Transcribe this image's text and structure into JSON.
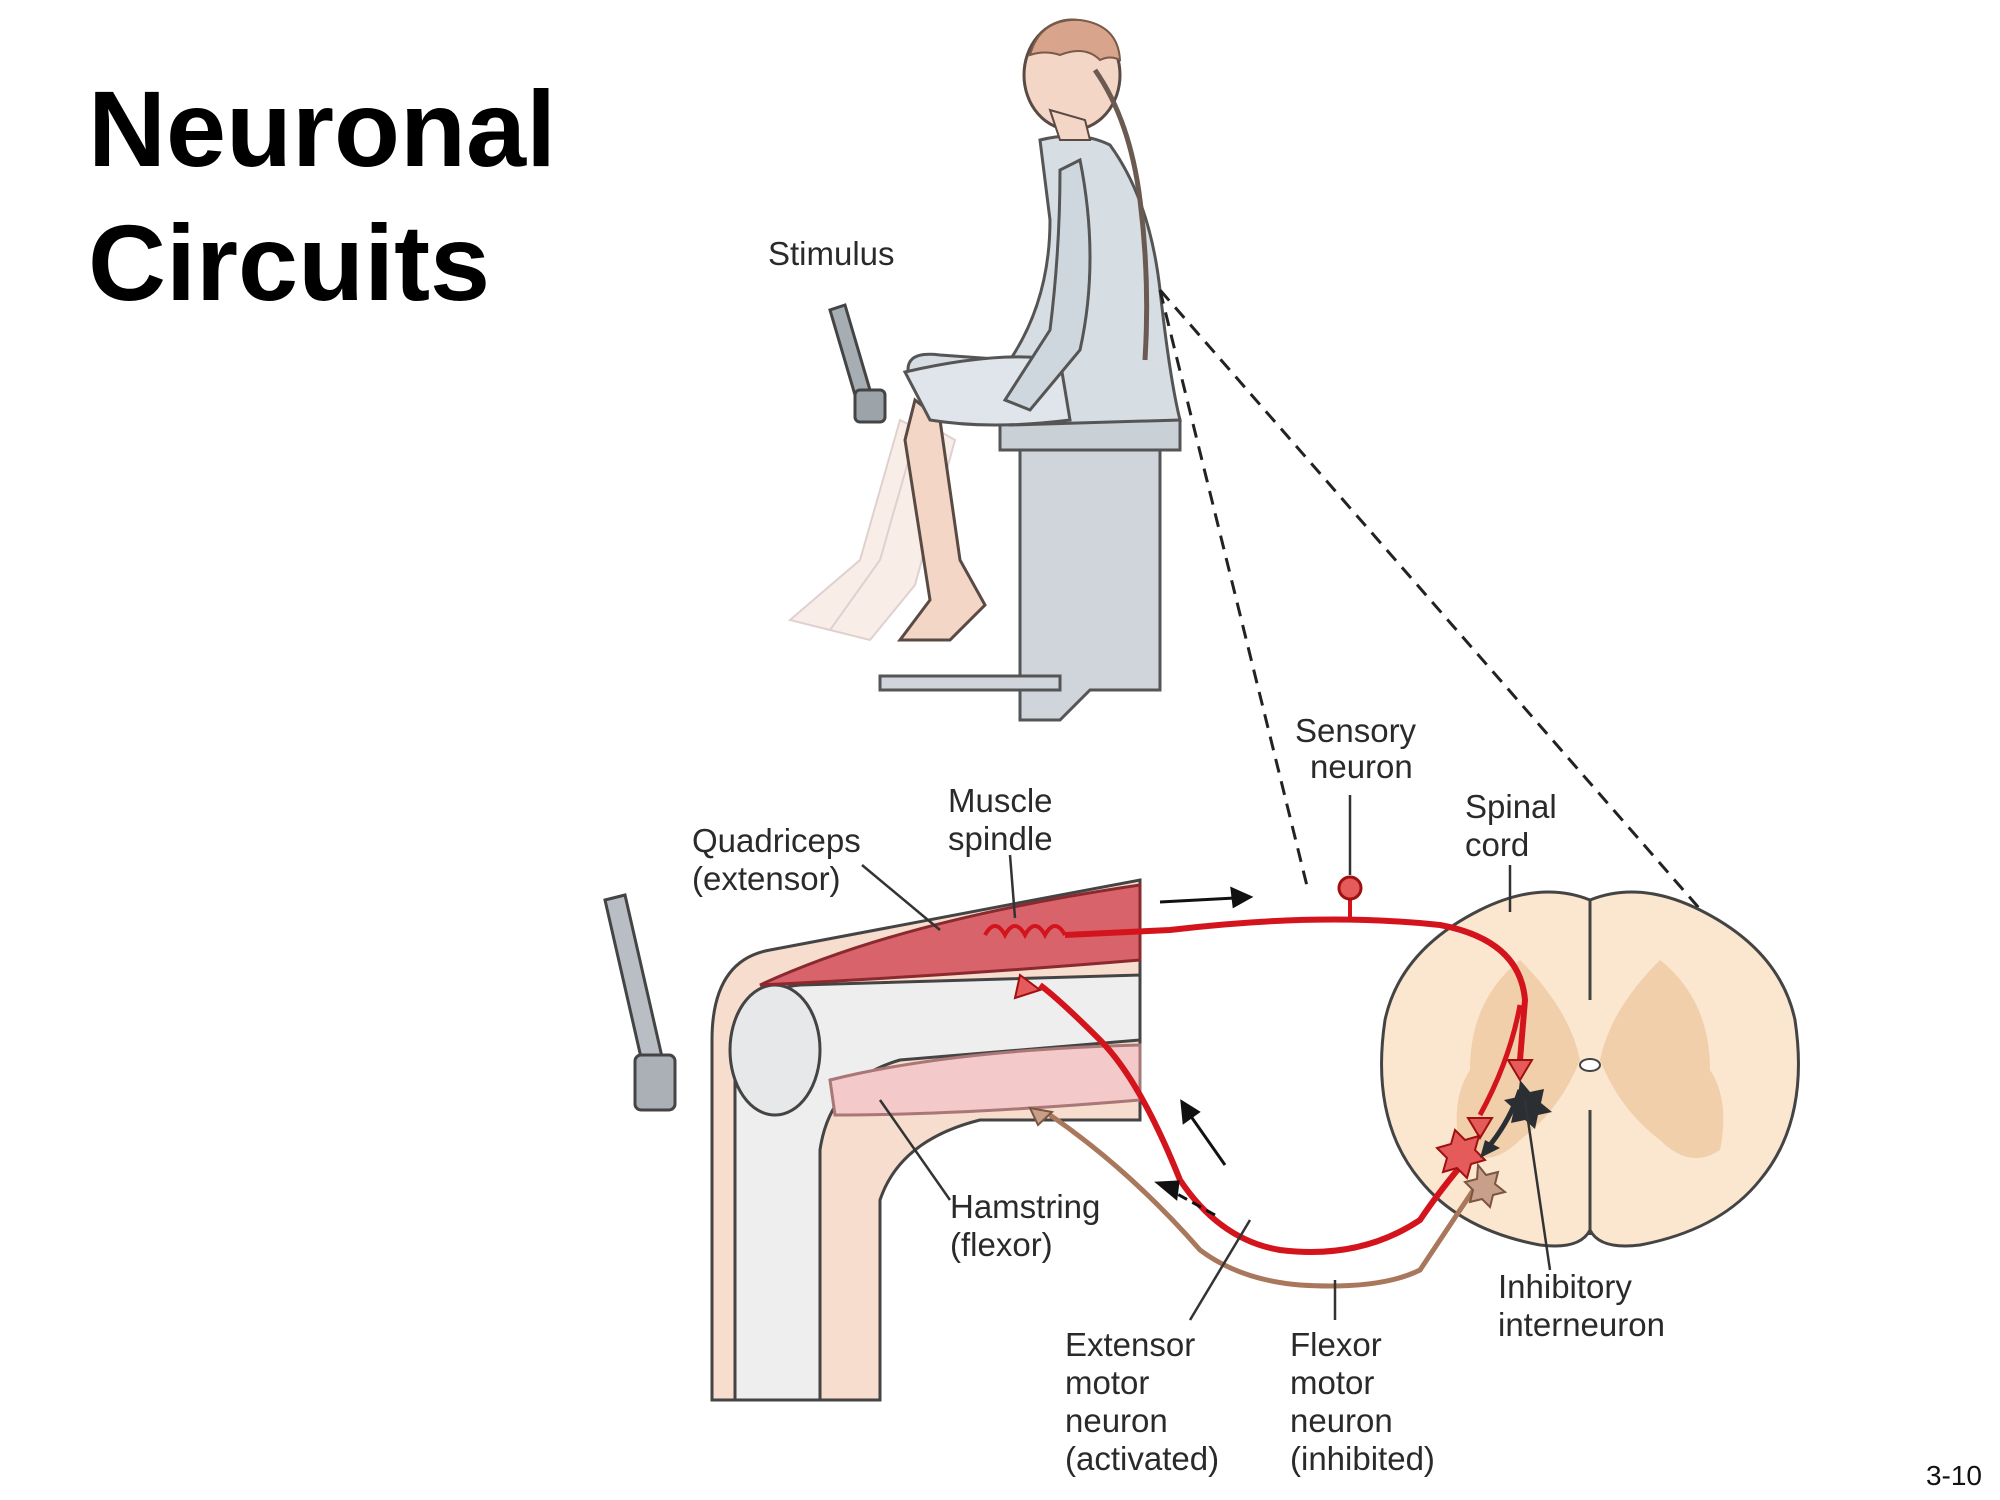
{
  "slide": {
    "title_line1": "Neuronal",
    "title_line2": "Circuits",
    "page_number": "3-10"
  },
  "labels": {
    "stimulus": "Stimulus",
    "sensory_neuron": [
      "Sensory",
      "neuron"
    ],
    "muscle_spindle": [
      "Muscle",
      "spindle"
    ],
    "quadriceps": [
      "Quadriceps",
      "(extensor)"
    ],
    "spinal_cord": [
      "Spinal",
      "cord"
    ],
    "hamstring": [
      "Hamstring",
      "(flexor)"
    ],
    "extensor_motor_neuron": [
      "Extensor",
      "motor",
      "neuron",
      "(activated)"
    ],
    "flexor_motor_neuron": [
      "Flexor",
      "motor",
      "neuron",
      "(inhibited)"
    ],
    "inhibitory_interneuron": [
      "Inhibitory",
      "interneuron"
    ]
  },
  "colors": {
    "excitatory": "#d4141c",
    "inhibited": "#a8775c",
    "inhibitory": "#2b2f33",
    "quadriceps_muscle": "#d9636a",
    "hamstring_muscle": "#f3c9c9",
    "spinal_grey": "#f0cfaa",
    "spinal_white": "#fbe6d0"
  }
}
